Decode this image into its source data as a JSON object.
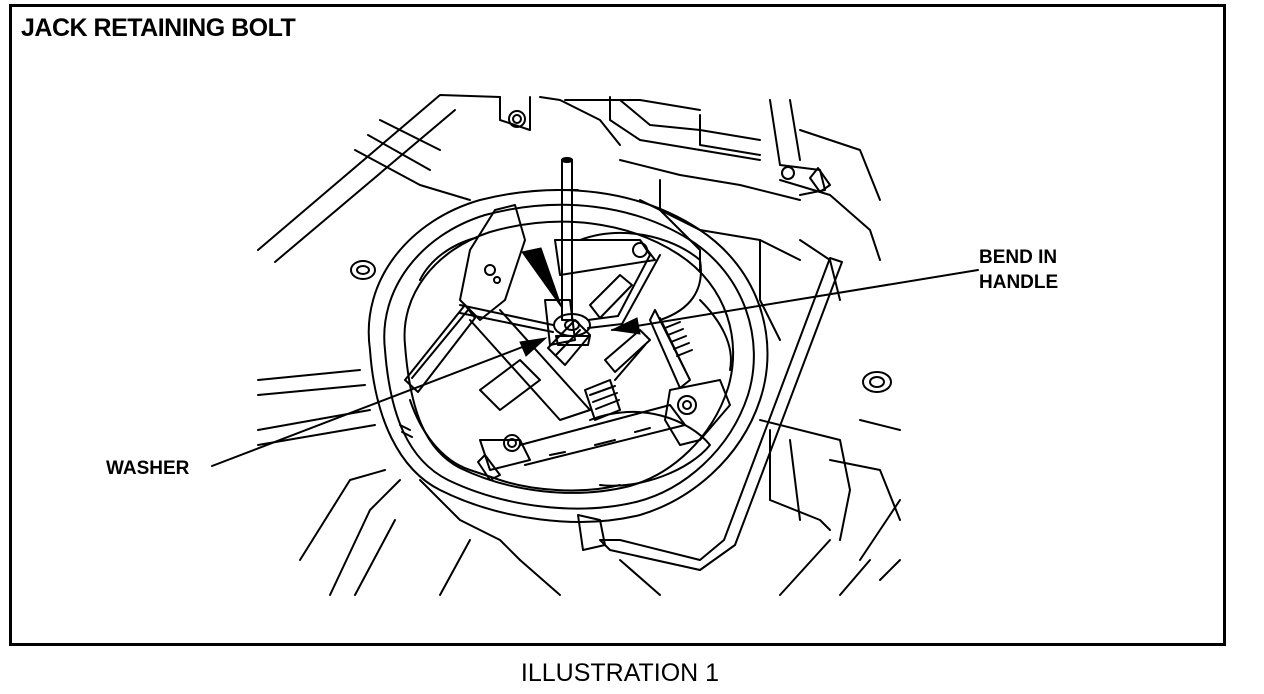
{
  "figure": {
    "title": "JACK RETAINING BOLT",
    "caption": "ILLUSTRATION 1"
  },
  "callouts": {
    "bend_in_handle": {
      "line1": "BEND IN",
      "line2": "HANDLE"
    },
    "washer": "WASHER"
  },
  "colors": {
    "ink": "#000000",
    "paper": "#ffffff"
  }
}
